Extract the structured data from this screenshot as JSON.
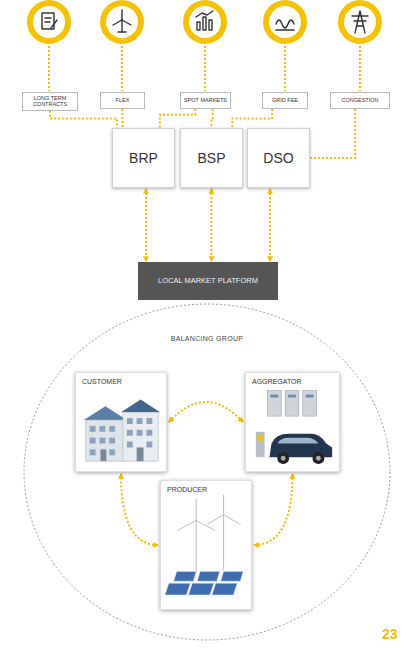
{
  "diagram": {
    "nodes": [
      {
        "text": [
          "LONG TERM CONTRACTS"
        ]
      },
      {
        "text": [
          "FLEX"
        ]
      },
      {
        "text": [
          "SPOT MARKETS"
        ]
      },
      {
        "text": [
          "GRID FEE"
        ]
      },
      {
        "text": [
          "CONGESTION"
        ]
      },
      {
        "text": [
          "BRP"
        ]
      },
      {
        "text": [
          "BSP"
        ]
      },
      {
        "text": [
          "DSO"
        ]
      },
      {
        "text": [
          "LOCAL MARKET PLATFORM"
        ]
      },
      {
        "text": [
          "BALANCING GROUP"
        ]
      },
      {
        "text": [
          "CUSTOMER"
        ],
        "in": 9
      },
      {
        "text": [
          "AGGREGATOR"
        ],
        "in": 9
      },
      {
        "text": [
          "PRODUCER"
        ],
        "in": 9
      }
    ],
    "edges": [
      {
        "from": 0,
        "to": 5,
        "arrow": "none"
      },
      {
        "from": 1,
        "to": 5,
        "arrow": "none"
      },
      {
        "from": 2,
        "to": 5,
        "arrow": "none"
      },
      {
        "from": 2,
        "to": 6,
        "arrow": "none"
      },
      {
        "from": 3,
        "to": 6,
        "arrow": "none"
      },
      {
        "from": 4,
        "to": 7,
        "arrow": "none"
      },
      {
        "from": 5,
        "to": 8,
        "arrow": "both"
      },
      {
        "from": 6,
        "to": 8,
        "arrow": "both"
      },
      {
        "from": 7,
        "to": 8,
        "arrow": "both"
      },
      {
        "from": 10,
        "to": 11,
        "arrow": "both"
      },
      {
        "from": 11,
        "to": 12,
        "arrow": "both"
      },
      {
        "from": 12,
        "to": 10,
        "arrow": "both"
      }
    ],
    "labels": [
      "23"
    ]
  }
}
